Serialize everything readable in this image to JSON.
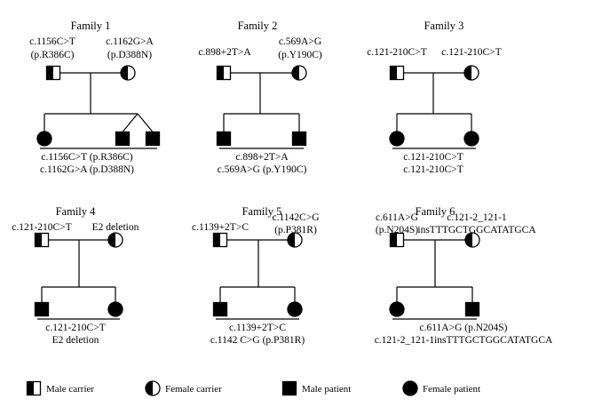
{
  "families": [
    {
      "title": "Family 1",
      "father": {
        "lines": [
          "c.1156C>T",
          "(p.R386C)"
        ]
      },
      "mother": {
        "lines": [
          "c.1162G>A",
          "(p.D388N)"
        ]
      },
      "children": [
        "female-patient",
        "male-patient",
        "male-patient"
      ],
      "twins": true,
      "genotype": [
        "c.1156C>T (p.R386C)",
        "c.1162G>A (p.D388N)"
      ]
    },
    {
      "title": "Family 2",
      "father": {
        "lines": [
          "c.898+2T>A"
        ]
      },
      "mother": {
        "lines": [
          "c.569A>G",
          "(p.Y190C)"
        ]
      },
      "children": [
        "male-patient",
        "male-patient"
      ],
      "twins": false,
      "genotype": [
        "c.898+2T>A",
        "c.569A>G (p.Y190C)"
      ]
    },
    {
      "title": "Family 3",
      "father": {
        "lines": [
          "c.121-210C>T"
        ]
      },
      "mother": {
        "lines": [
          "c.121-210C>T"
        ]
      },
      "children": [
        "female-patient",
        "female-patient"
      ],
      "twins": false,
      "genotype": [
        "c.121-210C>T",
        "c.121-210C>T"
      ]
    },
    {
      "title": "Family 4",
      "father": {
        "lines": [
          "c.121-210C>T"
        ]
      },
      "mother": {
        "lines": [
          "E2 deletion"
        ]
      },
      "children": [
        "male-patient",
        "female-patient"
      ],
      "twins": false,
      "genotype": [
        "c.121-210C>T",
        "E2 deletion"
      ]
    },
    {
      "title": "Family 5",
      "father": {
        "lines": [
          "c.1139+2T>C"
        ]
      },
      "mother": {
        "lines": [
          "c.1142C>G",
          "(p.P381R)"
        ]
      },
      "children": [
        "male-patient",
        "female-patient"
      ],
      "twins": false,
      "genotype": [
        "c.1139+2T>C",
        "c.1142 C>G (p.P381R)"
      ]
    },
    {
      "title": "Family 6",
      "father": {
        "lines": [
          "c.611A>G",
          "(p.N204S)"
        ]
      },
      "mother": {
        "lines": [
          "c.121-2_121-1",
          "insTTTGCTGGCATATGCA"
        ]
      },
      "children": [
        "female-patient",
        "male-patient"
      ],
      "twins": false,
      "genotype": [
        "c.611A>G (p.N204S)",
        "c.121-2_121-1insTTTGCTGGCATATGCA"
      ]
    }
  ],
  "legend": [
    {
      "symbol": "male-carrier",
      "label": "Male carrier"
    },
    {
      "symbol": "female-carrier",
      "label": "Female carrier"
    },
    {
      "symbol": "male-patient",
      "label": "Male patient"
    },
    {
      "symbol": "female-patient",
      "label": "Female patient"
    }
  ]
}
